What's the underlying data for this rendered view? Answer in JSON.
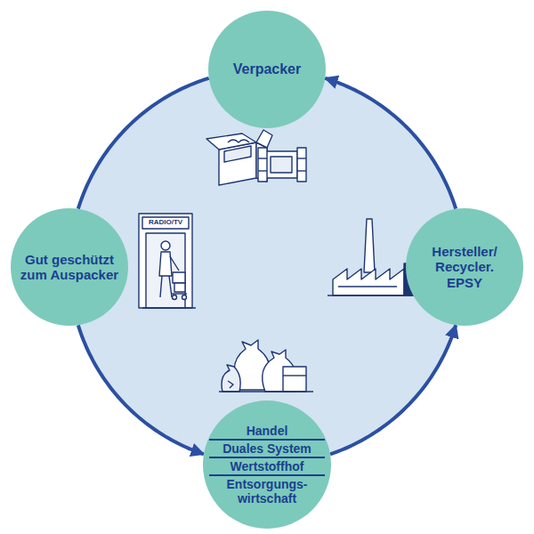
{
  "diagram": {
    "nodes": [
      {
        "text": [
          "Verpacker"
        ]
      },
      {
        "text": [
          "Gut geschützt zum Auspacker"
        ]
      },
      {
        "text": [
          "Hersteller/ Recycler. EPSY"
        ]
      },
      {
        "text": [
          "Handel",
          "Duales System",
          "Wertstoffhof",
          "Entsorgungs- wirtschaft"
        ]
      }
    ],
    "edges": [
      {
        "from": 0,
        "to": 1,
        "arrow": "none"
      },
      {
        "from": 1,
        "to": 3,
        "arrow": "to"
      },
      {
        "from": 3,
        "to": 2,
        "arrow": "to"
      },
      {
        "from": 2,
        "to": 0,
        "arrow": "to"
      }
    ],
    "labels": [
      "RADIO/TV"
    ]
  }
}
